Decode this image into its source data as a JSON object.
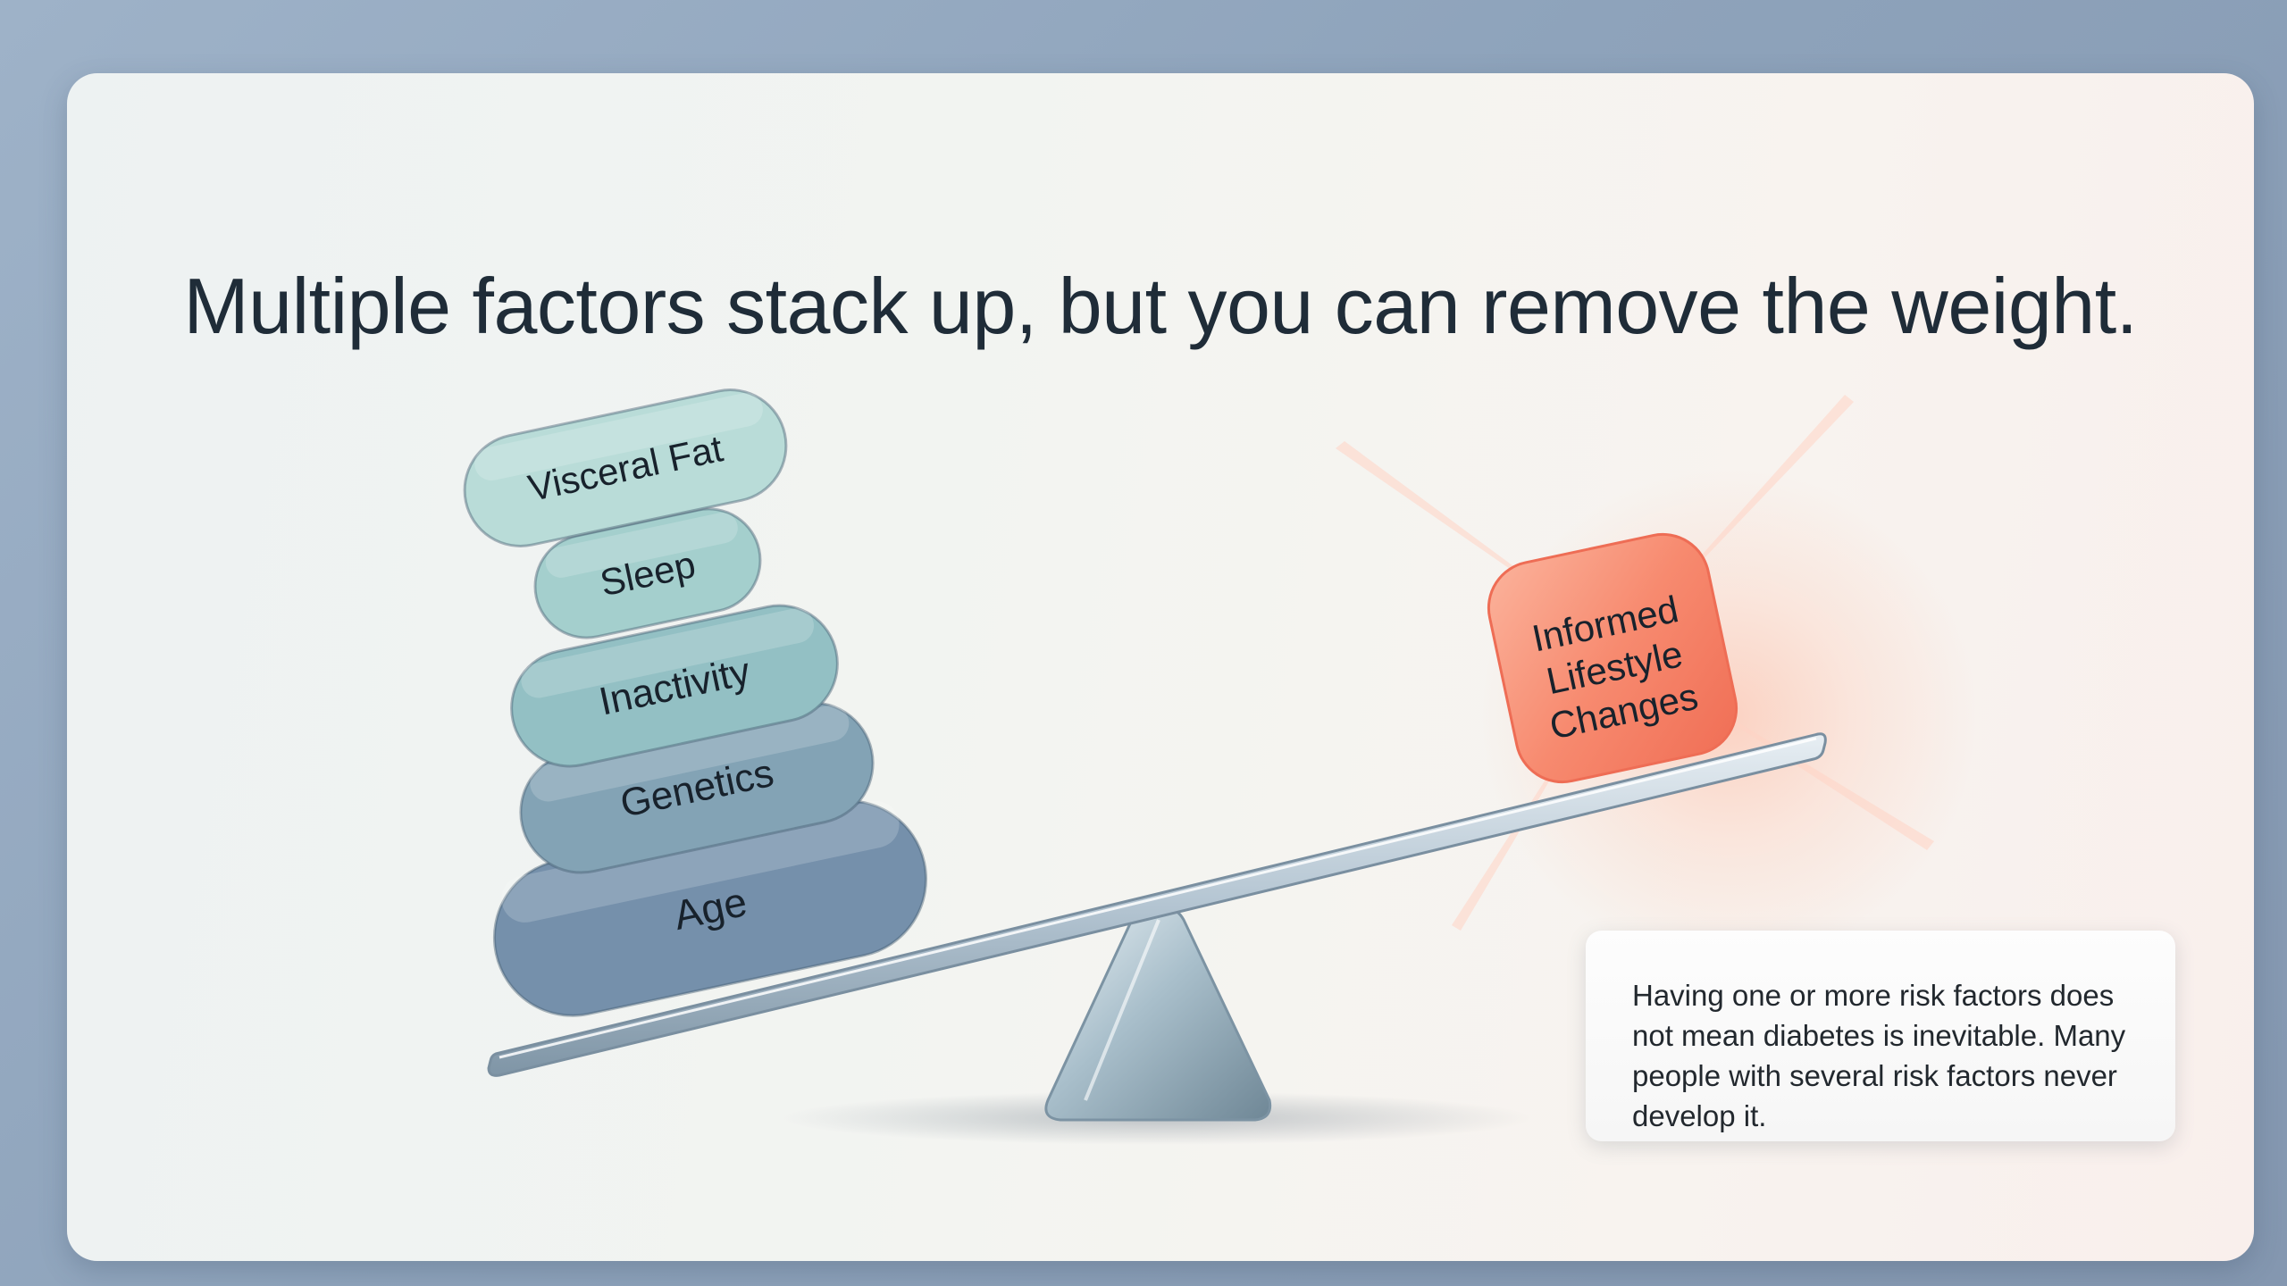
{
  "title": "Multiple factors stack up, but you can remove the weight.",
  "stack": [
    {
      "label": "Age",
      "color": "#7590ab"
    },
    {
      "label": "Genetics",
      "color": "#83a3b5"
    },
    {
      "label": "Inactivity",
      "color": "#93c0c4"
    },
    {
      "label": "Sleep",
      "color": "#a4cfcd"
    },
    {
      "label": "Visceral Fat",
      "color": "#b9dcd8"
    }
  ],
  "counterweight": {
    "line1": "Informed",
    "line2": "Lifestyle",
    "line3": "Changes",
    "color": "#f7846a"
  },
  "note": "Having one or more risk factors does not mean diabetes is inevitable. Many people with several risk factors never develop it."
}
